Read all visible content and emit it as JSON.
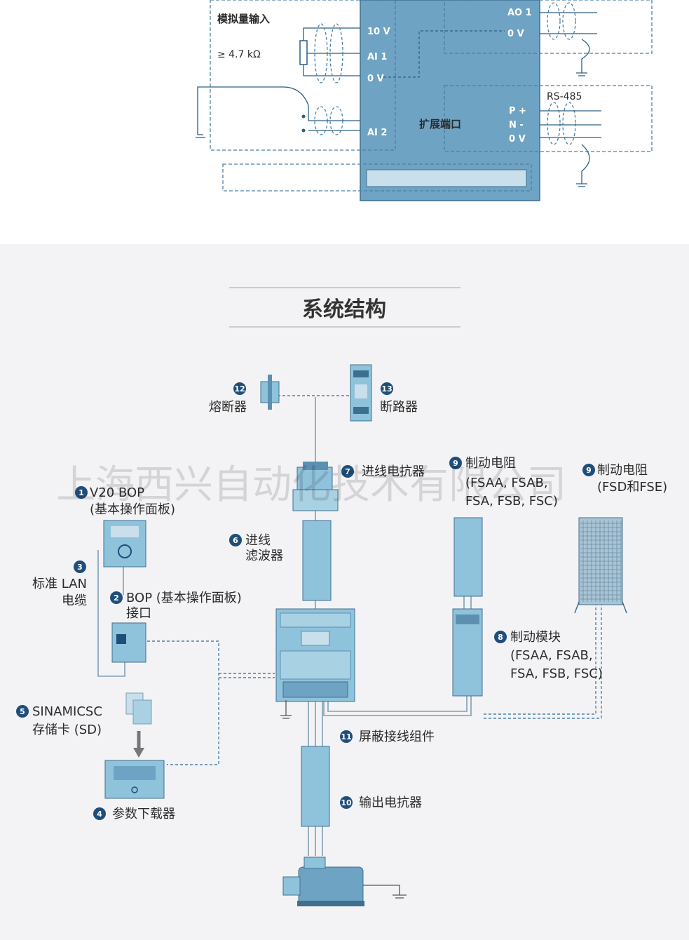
{
  "wiring": {
    "analog_input_label": "模拟量输入",
    "resistance_label": "≥ 4.7 kΩ",
    "terminal_10v": "10 V",
    "terminal_ai1": "AI 1",
    "terminal_0v_left": "0 V",
    "terminal_ai2": "AI 2",
    "terminal_ao1": "AO 1",
    "terminal_0v_right": "0 V",
    "expansion_port": "扩展端口",
    "rs485_label": "RS-485",
    "terminal_p": "P +",
    "terminal_n": "N -",
    "terminal_0v_rs485": "0 V"
  },
  "system": {
    "title": "系统结构",
    "watermark": "上海西兴自动化技术有限公司",
    "components": [
      {
        "num": "1",
        "label": "V20 BOP",
        "sub": "(基本操作面板)"
      },
      {
        "num": "2",
        "label": "BOP (基本操作面板)",
        "sub": "接口"
      },
      {
        "num": "3",
        "label": "标准 LAN",
        "sub": "电缆"
      },
      {
        "num": "4",
        "label": "参数下载器",
        "sub": ""
      },
      {
        "num": "5",
        "label": "SINAMICSC",
        "sub": "存储卡 (SD)"
      },
      {
        "num": "6",
        "label": "进线",
        "sub": "滤波器"
      },
      {
        "num": "7",
        "label": "进线电抗器",
        "sub": ""
      },
      {
        "num": "8",
        "label": "制动模块",
        "sub": "(FSAA, FSAB,",
        "sub2": "FSA, FSB, FSC)"
      },
      {
        "num": "9",
        "label": "制动电阻",
        "sub": "(FSAA, FSAB,",
        "sub2": "FSA, FSB, FSC)"
      },
      {
        "num": "9",
        "label": "制动电阻",
        "sub": "(FSD和FSE)"
      },
      {
        "num": "10",
        "label": "输出电抗器",
        "sub": ""
      },
      {
        "num": "11",
        "label": "屏蔽接线组件",
        "sub": ""
      },
      {
        "num": "12",
        "label": "熔断器",
        "sub": ""
      },
      {
        "num": "13",
        "label": "断路器",
        "sub": ""
      }
    ]
  },
  "colors": {
    "drive_panel": "#6fa3c4",
    "component_blue": "#8fc3dc",
    "badge": "#1f4e7a",
    "dashed": "#4a7fa6"
  }
}
